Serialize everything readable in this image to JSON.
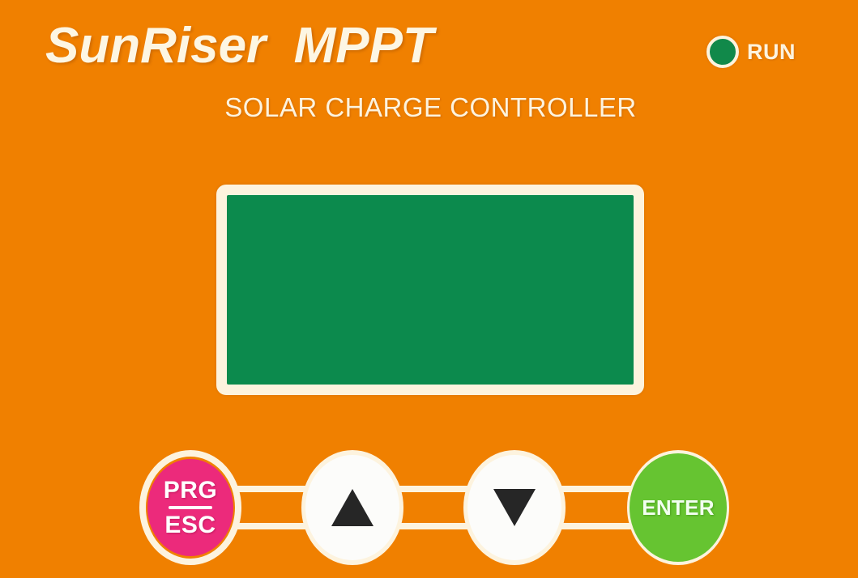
{
  "device": {
    "brand_title": "SunRiser  MPPT",
    "subtitle": "SOLAR CHARGE CONTROLLER",
    "panel_color": "#F08000",
    "accent_cream": "#FDF3DE"
  },
  "status": {
    "run_label": "RUN",
    "run_led_color": "#11894A",
    "run_led_state": "on"
  },
  "display": {
    "screen_color": "#0C8A4D",
    "screen_text": ""
  },
  "keypad": {
    "keys": [
      {
        "name": "prg-esc",
        "label_top": "PRG",
        "label_bottom": "ESC",
        "cap_color": "#EC2A7B",
        "text_color": "#FFFFFF"
      },
      {
        "name": "up",
        "label": "",
        "icon": "triangle-up-icon",
        "cap_color": "#FCFCFA",
        "icon_color": "#262626"
      },
      {
        "name": "down",
        "label": "",
        "icon": "triangle-down-icon",
        "cap_color": "#FCFCFA",
        "icon_color": "#262626"
      },
      {
        "name": "enter",
        "label": "ENTER",
        "cap_color": "#66C431",
        "text_color": "#F2FFF0"
      }
    ]
  }
}
